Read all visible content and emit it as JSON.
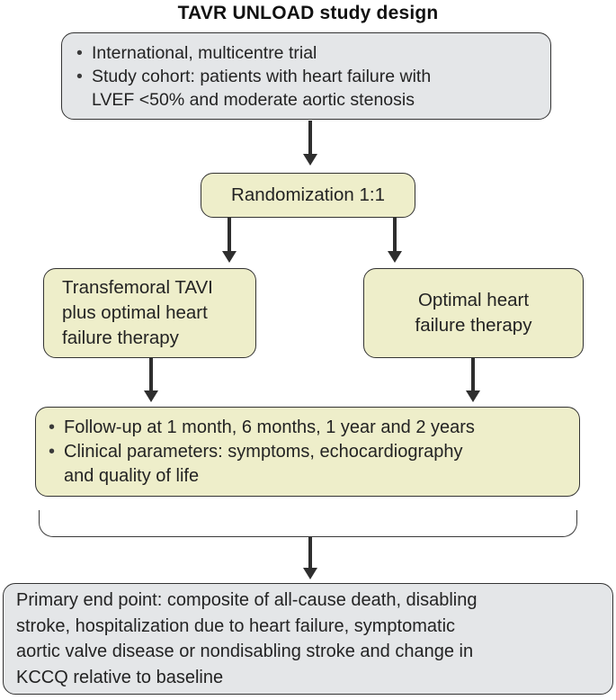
{
  "title": "TAVR UNLOAD study design",
  "bullet_glyph": "•",
  "colors": {
    "gray_box_fill": "#e4e6e8",
    "yellow_box_fill": "#eeeeca",
    "box_border": "#333333",
    "text": "#232323",
    "arrow": "#2e2e2e",
    "background": "#ffffff"
  },
  "overview_box": {
    "items": [
      {
        "lines": [
          "International, multicentre trial",
          ""
        ]
      },
      {
        "lines": [
          "Study cohort: patients with heart failure with",
          "LVEF <50% and moderate aortic stenosis"
        ]
      }
    ]
  },
  "randomization_box": {
    "label": "Randomization 1:1"
  },
  "tavi_arm_box": {
    "lines": [
      "Transfemoral TAVI",
      "plus optimal heart",
      "failure therapy"
    ]
  },
  "control_arm_box": {
    "lines": [
      "Optimal heart",
      "failure therapy"
    ]
  },
  "followup_box": {
    "items": [
      {
        "lines": [
          "Follow-up at 1 month, 6 months, 1 year and 2 years",
          ""
        ]
      },
      {
        "lines": [
          "Clinical parameters: symptoms, echocardiography",
          "and quality of life"
        ]
      }
    ]
  },
  "primary_endpoint_box": {
    "lines": [
      "Primary end point: composite of all-cause death, disabling",
      "stroke, hospitalization due to heart failure, symptomatic",
      "aortic valve disease or nondisabling stroke and change in",
      "KCCQ relative to baseline"
    ]
  }
}
